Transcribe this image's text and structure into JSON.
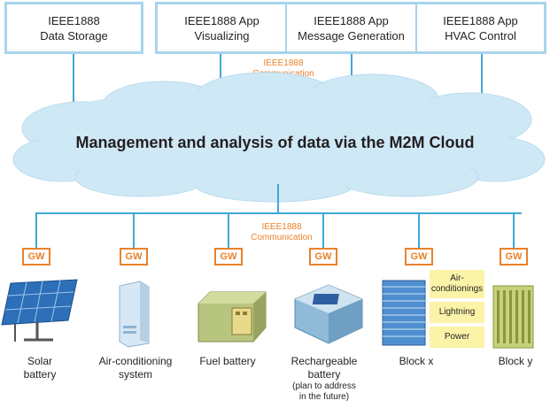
{
  "top_boxes": [
    {
      "line1": "IEEE1888",
      "line2": "Data Storage"
    },
    {
      "line1": "IEEE1888 App",
      "line2": "Visualizing"
    },
    {
      "line1": "IEEE1888 App",
      "line2": "Message Generation"
    },
    {
      "line1": "IEEE1888 App",
      "line2": "HVAC Control"
    }
  ],
  "comm_top": {
    "line1": "IEEE1888",
    "line2": "Communication"
  },
  "cloud_title": "Management and analysis of data via the M2M Cloud",
  "comm_bottom": {
    "line1": "IEEE1888",
    "line2": "Communication"
  },
  "gw_label": "GW",
  "devices": [
    {
      "line1": "Solar",
      "line2": "battery",
      "icon": "solar-panel-icon"
    },
    {
      "line1": "Air-conditioning",
      "line2": "system",
      "icon": "air-conditioner-icon"
    },
    {
      "line1": "Fuel battery",
      "line2": "",
      "icon": "fuel-cell-icon"
    },
    {
      "line1": "Rechargeable",
      "line2": "battery",
      "note1": "(plan to address",
      "note2": "in the future)",
      "icon": "battery-icon"
    },
    {
      "line1": "Block x",
      "line2": "",
      "icon": "building-icon"
    },
    {
      "line1": "Block y",
      "line2": "",
      "icon": "building-icon"
    }
  ],
  "block_x_labels": {
    "air1": "Air-",
    "air2": "conditionings",
    "lightning": "Lightning",
    "power": "Power"
  },
  "colors": {
    "line": "#3fa9d8",
    "box_border": "#a8d4ec",
    "cloud_fill": "#cfe8f6",
    "gw": "#e8822b",
    "label_bg": "#fbf4a8"
  }
}
